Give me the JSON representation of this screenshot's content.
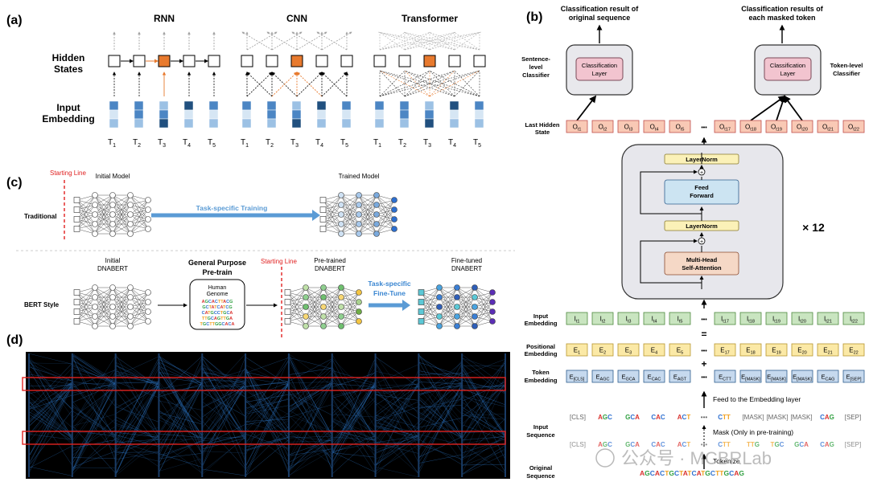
{
  "panel_a": {
    "label": "(a)",
    "model_titles": [
      "RNN",
      "CNN",
      "Transformer"
    ],
    "row_labels": {
      "hidden": [
        "Hidden",
        "States"
      ],
      "input": [
        "Input",
        "Embedding"
      ]
    },
    "timesteps": [
      "1",
      "2",
      "3",
      "4",
      "5"
    ],
    "t_prefix": "T",
    "colors": {
      "highlight": "#e87a2e",
      "dark_blue": "#21507f",
      "mid_blue": "#4c86c4",
      "light_blue": "#9cc1e4",
      "pale_blue": "#d6e6f4"
    }
  },
  "panel_b": {
    "label": "(b)",
    "sentence_result": [
      "Classification result of",
      "original sequence"
    ],
    "token_result": [
      "Classification results of",
      "each masked token"
    ],
    "sentence_classifier_label": [
      "Sentence-",
      "level",
      "Classifier"
    ],
    "token_classifier_label": [
      "Token-level",
      "Classifier"
    ],
    "classification_layer": [
      "Classification",
      "Layer"
    ],
    "last_hidden_label": [
      "Last Hidden",
      "State"
    ],
    "input_emb_label": [
      "Input",
      "Embedding"
    ],
    "positional_label": [
      "Positional",
      "Embedding"
    ],
    "token_emb_label": [
      "Token",
      "Embedding"
    ],
    "input_seq_label": [
      "Input",
      "Sequence"
    ],
    "original_seq_label": [
      "Original",
      "Sequence"
    ],
    "ellipsis": "•••",
    "output_subs": [
      "t1",
      "t2",
      "t3",
      "t4",
      "t5",
      "t17",
      "t18",
      "t19",
      "t20",
      "t21",
      "t22"
    ],
    "input_subs": [
      "t1",
      "t2",
      "t3",
      "t4",
      "t5",
      "t17",
      "t18",
      "t19",
      "t20",
      "t21",
      "t22"
    ],
    "pos_subs": [
      "1",
      "2",
      "3",
      "4",
      "5",
      "17",
      "18",
      "19",
      "20",
      "21",
      "22"
    ],
    "token_subs": [
      "[CLS]",
      "AGC",
      "GCA",
      "CAC",
      "AGT",
      "CTT",
      "[MASK]",
      "[MASK]",
      "[MASK]",
      "CAG",
      "[SEP]"
    ],
    "layer_norm": "LayerNorm",
    "feed_forward": [
      "Feed",
      "Forward"
    ],
    "mha": [
      "Multi-Head",
      "Self-Attention"
    ],
    "times_label": "× 12",
    "equals": "=",
    "plus": "+",
    "feed_label": "Feed to the Embedding layer",
    "mask_label": "Mask (Only in pre-training)",
    "tokenize_label": "Tokenize",
    "input_seq_tokens": [
      "[CLS]",
      "AGC",
      "GCA",
      "CAC",
      "ACT",
      "•••",
      "CTT",
      "[MASK]",
      "[MASK]",
      "[MASK]",
      "CAG",
      "[SEP]"
    ],
    "tokenized_tokens": [
      "[CLS]",
      "AGC",
      "GCA",
      "CAC",
      "ACT",
      "•••",
      "CTT",
      "TTG",
      "TGC",
      "GCA",
      "CAG",
      "[SEP]"
    ],
    "original_sequence": "AGCACTGCTATCATGCTTGCAG",
    "colors": {
      "output_fill": "#f9c9b5",
      "output_stroke": "#c0504d",
      "input_fill": "#c9e5c0",
      "input_stroke": "#4f8a3f",
      "pos_fill": "#fbe9a6",
      "pos_stroke": "#b8962e",
      "token_fill": "#c6d9ee",
      "token_stroke": "#2f5f8f",
      "layernorm_fill": "#fbf1b8",
      "ff_fill": "#cce4f2",
      "mha_fill": "#f5d8c6",
      "classifier_fill": "#f2c4cf",
      "base_A": "#d9322f",
      "base_G": "#2e9f3f",
      "base_C": "#2d6fd0",
      "base_T": "#f0a020"
    }
  },
  "panel_c": {
    "label": "(c)",
    "starting_line": "Starting Line",
    "initial_model": "Initial Model",
    "trained_model": "Trained Model",
    "traditional": "Traditional",
    "task_specific_training": "Task-specific Training",
    "initial_dnabert": [
      "Initial",
      "DNABERT"
    ],
    "general_pretrain": [
      "General Purpose",
      "Pre-train"
    ],
    "human_genome": [
      "Human",
      "Genome"
    ],
    "genome_lines": [
      "AGCACTTACG",
      "GCTATCATCG",
      "CATGCCTGCA",
      "TTGCAGTTGA",
      "TGCTTGGCACA"
    ],
    "pretrained_dnabert": [
      "Pre-trained",
      "DNABERT"
    ],
    "task_specific_finetune": [
      "Task-specific",
      "Fine-Tune"
    ],
    "finetuned_dnabert": [
      "Fine-tuned",
      "DNABERT"
    ],
    "bert_style": "BERT Style",
    "colors": {
      "accent_red": "#e02020",
      "arrow_blue": "#5a9bd5",
      "finetune_blue": "#3a86d1"
    }
  },
  "panel_d": {
    "label": "(d)",
    "colors": {
      "bg": "#000000",
      "line": "#2f7fd6",
      "box": "#e0221f"
    }
  },
  "watermark": "公众号 · MCBRLab"
}
